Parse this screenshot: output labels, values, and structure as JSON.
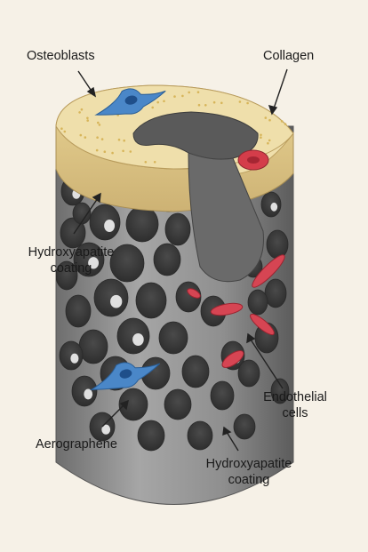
{
  "labels": {
    "osteoblasts": "Osteoblasts",
    "collagen": "Collagen",
    "hydroxyapatite_left_line1": "Hydroxyapatite",
    "hydroxyapatite_left_line2": "coating",
    "endothelial_line1": "Endothelial",
    "endothelial_line2": "cells",
    "aerographene": "Aerographene",
    "hydroxyapatite_bottom_line1": "Hydroxyapatite",
    "hydroxyapatite_bottom_line2": "coating"
  },
  "colors": {
    "background": "#f6f1e7",
    "scaffold": "#8c8c8c",
    "coating": "#eedda6",
    "cell_blue": "#4a87c8",
    "cell_red": "#d64553"
  }
}
